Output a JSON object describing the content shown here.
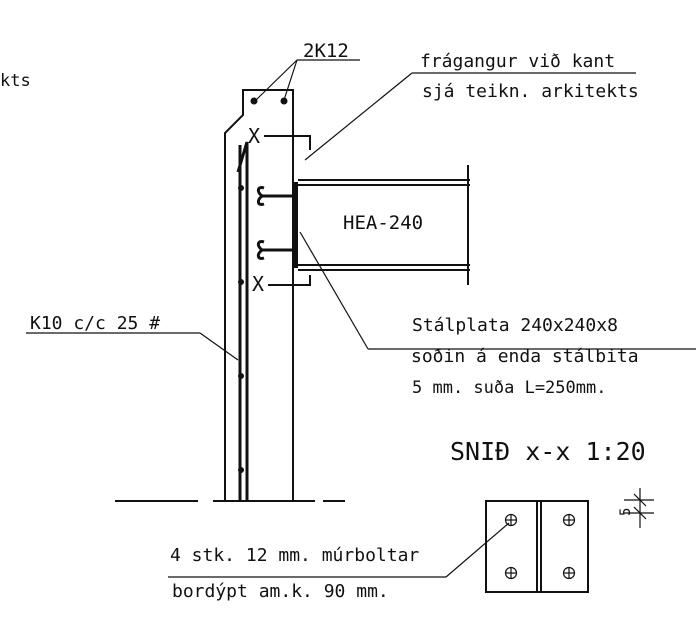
{
  "annotations": {
    "cut_off_text": "kts",
    "top_rebar": "2K12",
    "edge_finish_line1": "frágangur við kant",
    "edge_finish_line2": "sjá teikn. arkitekts",
    "beam_profile": "HEA-240",
    "section_mark_upper": "X",
    "section_mark_lower": "X",
    "wall_rebar": "K10 c/c 25 #",
    "plate_line1": "Stálplata 240x240x8",
    "plate_line2": "soðin á enda stálbita",
    "plate_line3": "5 mm. suða L=250mm.",
    "section_title": "SNIÐ x-x 1:20",
    "dimension": "5",
    "bolts_line1": "4 stk. 12 mm. múrboltar",
    "bolts_line2": "bordýpt am.k. 90 mm."
  },
  "colors": {
    "line": "#111111",
    "background": "#ffffff"
  }
}
